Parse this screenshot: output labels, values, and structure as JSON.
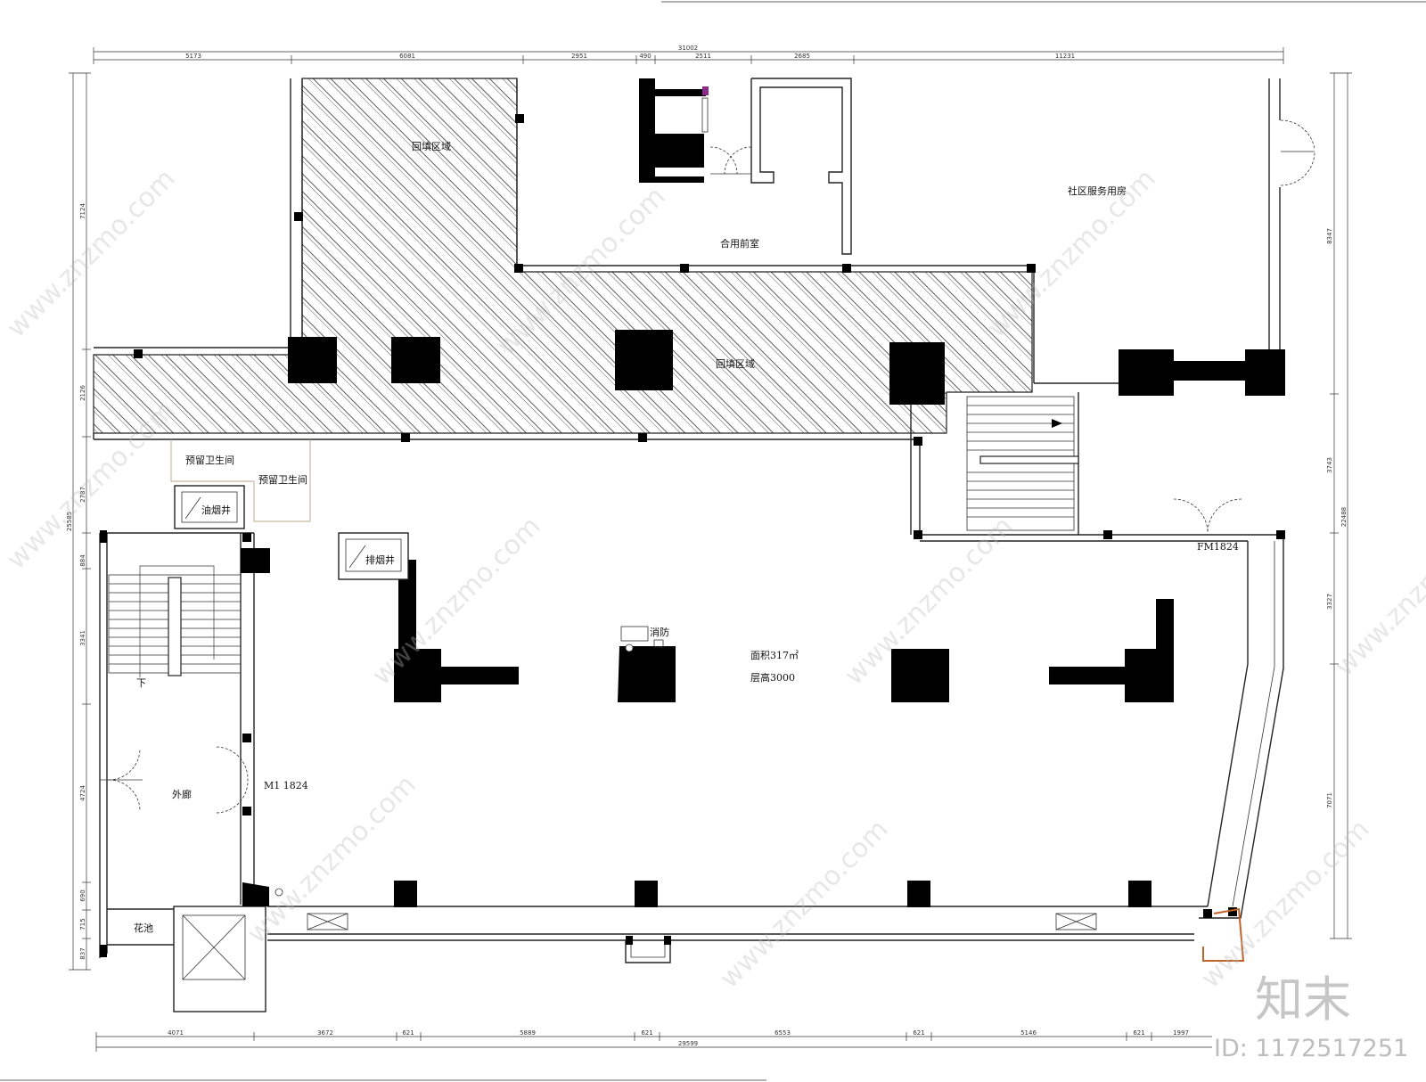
{
  "labels": {
    "backfill_top": "回填区域",
    "backfill_mid": "回填区域",
    "shared_lobby": "合用前室",
    "community_room": "社区服务用房",
    "reserved_wc_1": "预留卫生间",
    "reserved_wc_2": "预留卫生间",
    "oil_shaft": "油烟井",
    "smoke_shaft": "排烟井",
    "fire": "消防",
    "area": "面积317㎡",
    "height": "层高3000",
    "corridor": "外廊",
    "planter": "花池",
    "door_m1": "M1 1824",
    "door_fm": "FM1824",
    "stair_down": "下"
  },
  "dimensions": {
    "top_total": "31002",
    "top_segments": [
      "5173",
      "6081",
      "2951",
      "490",
      "2511",
      "2685",
      "11231"
    ],
    "bottom_total": "29599",
    "bottom_segments": [
      "4071",
      "3672",
      "621",
      "5889",
      "621",
      "6553",
      "621",
      "5146",
      "621",
      "1997"
    ],
    "left_total": "25585",
    "left_segments": [
      "7124",
      "2126",
      "2787",
      "884",
      "3341",
      "4724",
      "690",
      "715",
      "837"
    ],
    "right_total": "22488",
    "right_segments": [
      "8347",
      "3743",
      "3327",
      "7071"
    ]
  },
  "watermark": {
    "url": "www.znzmo.com",
    "brand": "知末",
    "id_text": "ID: 1172517251"
  },
  "colors": {
    "accent_orange": "#c0632a",
    "marker_purple": "#8a2a8a"
  }
}
